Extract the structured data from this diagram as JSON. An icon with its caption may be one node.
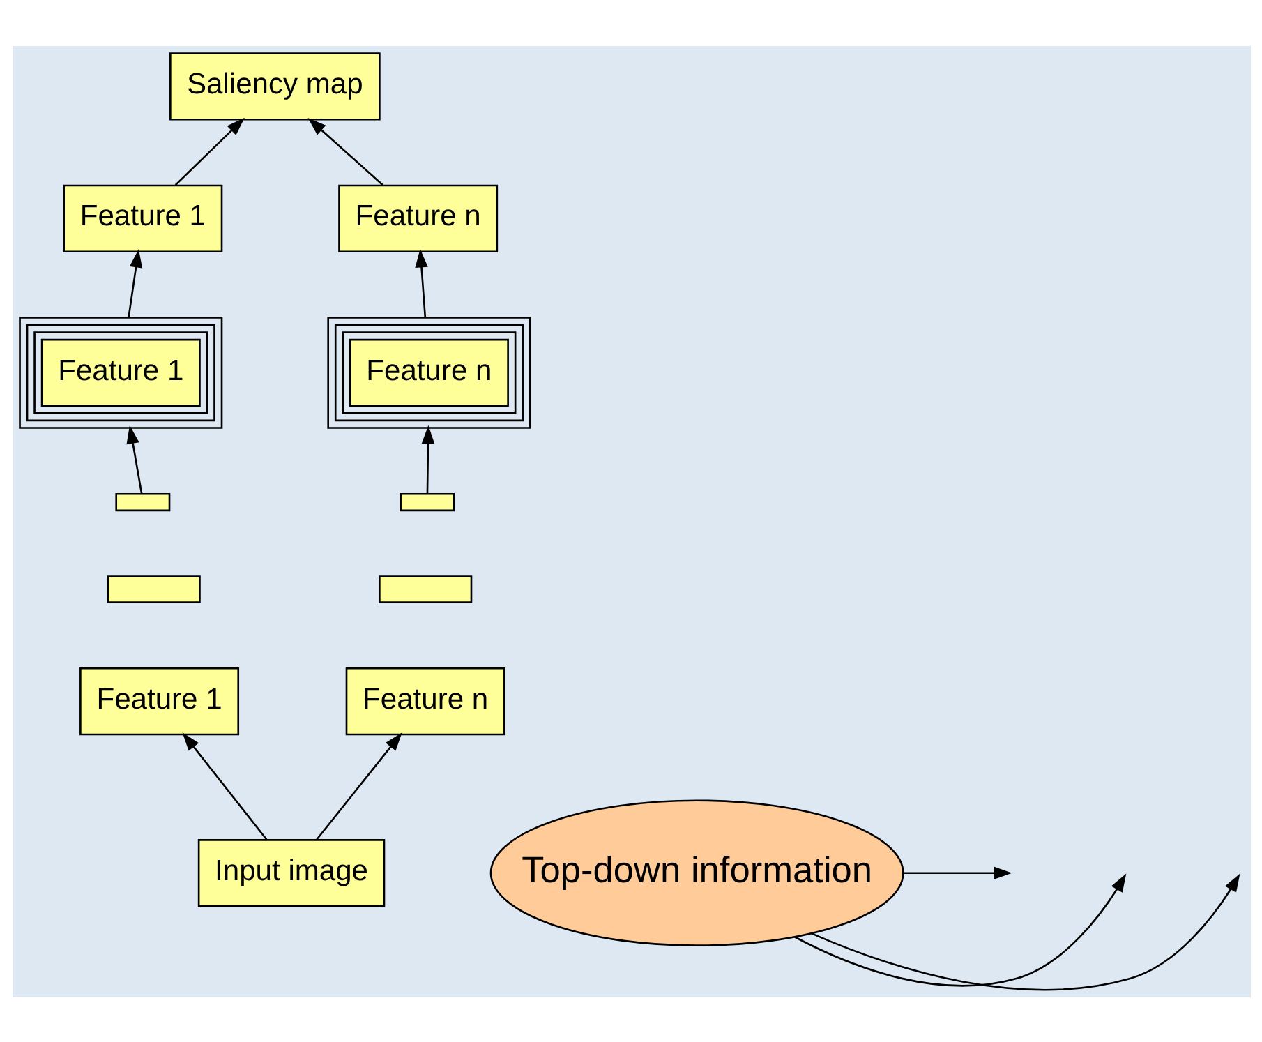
{
  "diagram": {
    "nodes": [
      {
        "text": [
          "Saliency map"
        ]
      },
      {
        "text": [
          "Feature 1"
        ]
      },
      {
        "text": [
          "Feature n"
        ]
      },
      {
        "text": [
          "Feature 1"
        ]
      },
      {
        "text": [
          "Feature n"
        ]
      },
      {
        "text": [],
        "shape": "box"
      },
      {
        "text": [],
        "shape": "box"
      },
      {
        "text": [],
        "shape": "box"
      },
      {
        "text": [],
        "shape": "box"
      },
      {
        "text": [
          "Feature 1"
        ]
      },
      {
        "text": [
          "Feature n"
        ]
      },
      {
        "text": [
          "Top-down information"
        ]
      },
      {
        "text": [
          "Input image"
        ]
      }
    ],
    "edges": [
      {
        "from": 1,
        "to": 0,
        "arrow": "to"
      },
      {
        "from": 2,
        "to": 0,
        "arrow": "to"
      },
      {
        "from": 3,
        "to": 1,
        "arrow": "to"
      },
      {
        "from": 4,
        "to": 2,
        "arrow": "to"
      },
      {
        "from": 5,
        "to": 3,
        "arrow": "to"
      },
      {
        "from": 6,
        "to": 4,
        "arrow": "to"
      },
      {
        "from": 12,
        "to": 9,
        "arrow": "to"
      },
      {
        "from": 12,
        "to": 10,
        "arrow": "to"
      },
      {
        "from": 11,
        "to": null,
        "arrow": "to"
      },
      {
        "from": 11,
        "to": null,
        "arrow": "to"
      },
      {
        "from": 11,
        "to": null,
        "arrow": "to"
      }
    ]
  }
}
